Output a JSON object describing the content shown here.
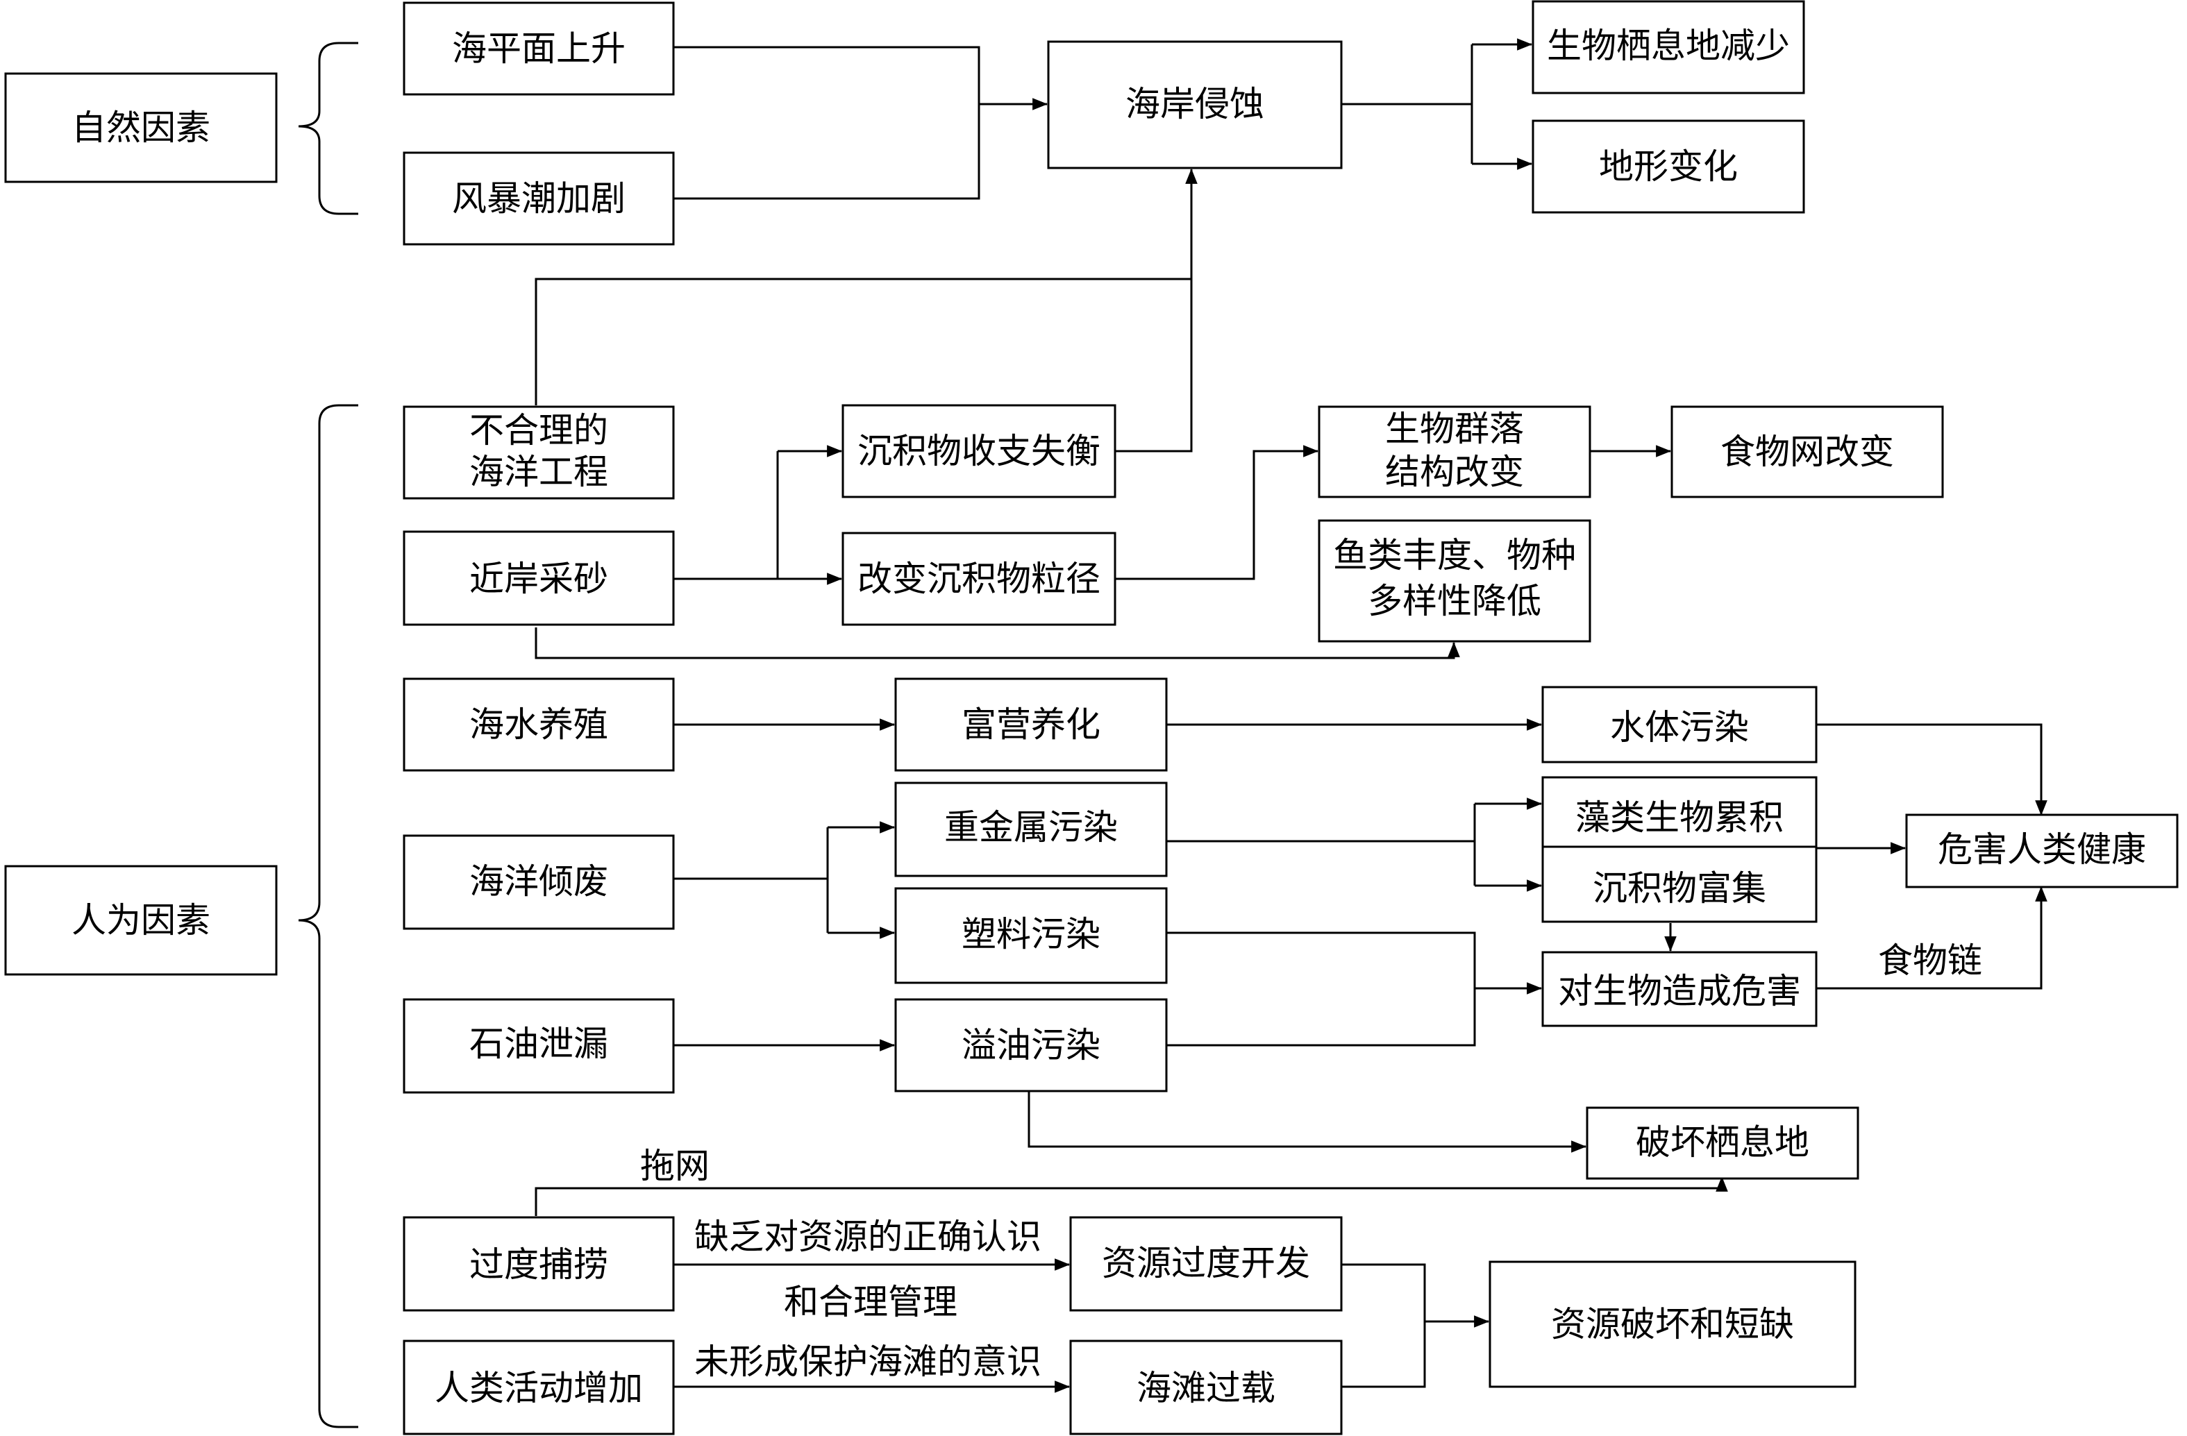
{
  "nodes": {
    "ziran": "自然因素",
    "renwei": "人为因素",
    "haiping": "海平面上升",
    "fengbao": "风暴潮加剧",
    "haian": "海岸侵蚀",
    "shengwuqixi": "生物栖息地减少",
    "dixing": "地形变化",
    "buheli_1": "不合理的",
    "buheli_2": "海洋工程",
    "chenjishouzhi": "沉积物收支失衡",
    "qunluo_1": "生物群落",
    "qunluo_2": "结构改变",
    "shiwuwang": "食物网改变",
    "jinan": "近岸采砂",
    "lijing": "改变沉积物粒径",
    "yulei_1": "鱼类丰度、物种",
    "yulei_2": "多样性降低",
    "yangzhi": "海水养殖",
    "fuying": "富营养化",
    "shuiti": "水体污染",
    "qingfei": "海洋倾废",
    "zhongjinshu": "重金属污染",
    "zaolei": "藻类生物累积",
    "fujian": "沉积物富集",
    "weihai": "危害人类健康",
    "suliao": "塑料污染",
    "duishengwu": "对生物造成危害",
    "shiyou": "石油泄漏",
    "yiyou": "溢油污染",
    "pohuaiqixi": "破坏栖息地",
    "buluo": "过度捕捞",
    "ziyuanguodu": "资源过度开发",
    "ziyuanpohuai": "资源破坏和短缺",
    "huodong": "人类活动增加",
    "haitan": "海滩过载"
  },
  "edge_labels": {
    "shiwulian": "食物链",
    "tuowang": "拖网",
    "quefa_1": "缺乏对资源的正确认识",
    "quefa_2": "和合理管理",
    "weixingcheng": "未形成保护海滩的意识"
  }
}
